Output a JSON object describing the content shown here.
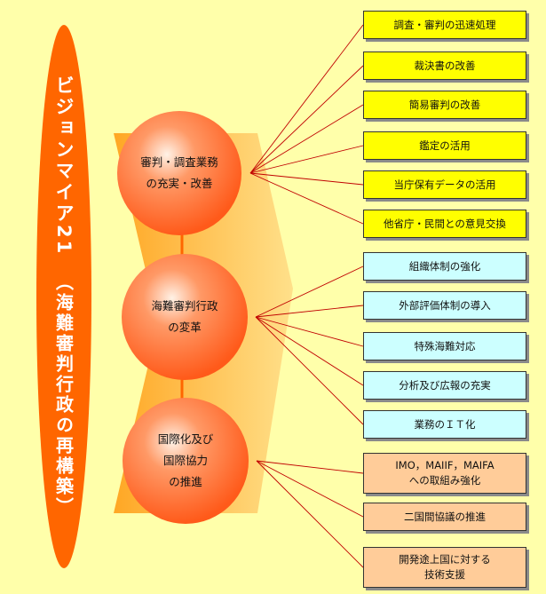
{
  "title": {
    "main": "ビジョンマイア21",
    "sub": "（海難審判行政の再構築）"
  },
  "colors": {
    "background": "#FFFFAA",
    "title_pill": "#FF6600",
    "arrow": "#FFB940",
    "connector": "#C00000",
    "group_colors": [
      "#FFFF00",
      "#CCFFFF",
      "#FFCC99"
    ]
  },
  "nodes": [
    {
      "lines": [
        "審判・調査業務",
        "の充実・改善"
      ]
    },
    {
      "lines": [
        "海難審判行政",
        "の変革"
      ]
    },
    {
      "lines": [
        "国際化及び",
        "国際協力",
        "の推進"
      ]
    }
  ],
  "items": [
    {
      "group": 0,
      "lines": [
        "調査・審判の迅速処理"
      ]
    },
    {
      "group": 0,
      "lines": [
        "裁決書の改善"
      ]
    },
    {
      "group": 0,
      "lines": [
        "簡易審判の改善"
      ]
    },
    {
      "group": 0,
      "lines": [
        "鑑定の活用"
      ]
    },
    {
      "group": 0,
      "lines": [
        "当庁保有データの活用"
      ]
    },
    {
      "group": 0,
      "lines": [
        "他省庁・民間との意見交換"
      ]
    },
    {
      "group": 1,
      "lines": [
        "組織体制の強化"
      ]
    },
    {
      "group": 1,
      "lines": [
        "外部評価体制の導入"
      ]
    },
    {
      "group": 1,
      "lines": [
        "特殊海難対応"
      ]
    },
    {
      "group": 1,
      "lines": [
        "分析及び広報の充実"
      ]
    },
    {
      "group": 1,
      "lines": [
        "業務のＩＴ化"
      ]
    },
    {
      "group": 2,
      "lines": [
        "IMO，MAIIF，MAIFA",
        "への取組み強化"
      ]
    },
    {
      "group": 2,
      "lines": [
        "二国間協議の推進"
      ]
    },
    {
      "group": 2,
      "lines": [
        "開発途上国に対する",
        "技術支援"
      ]
    }
  ]
}
